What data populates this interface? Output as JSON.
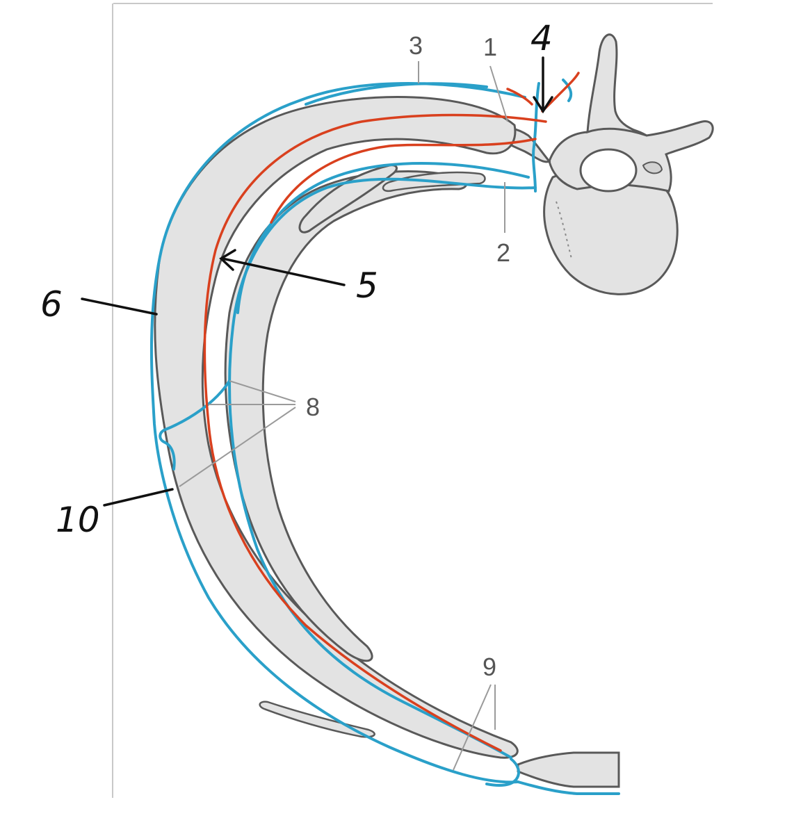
{
  "colors": {
    "bone_fill": "#e3e3e3",
    "bone_stroke": "#595959",
    "nerve_blue": "#2aa0c9",
    "artery_red": "#d9401e",
    "leader_gray": "#9a9a9a",
    "ink": "#111111",
    "frame": "#c8c8c8"
  },
  "labels": {
    "printed": {
      "l1": "1",
      "l2": "2",
      "l3": "3",
      "l8": "8",
      "l9": "9"
    },
    "handwritten": {
      "l4": "4",
      "l5": "5",
      "l6": "6",
      "l10": "10"
    }
  }
}
